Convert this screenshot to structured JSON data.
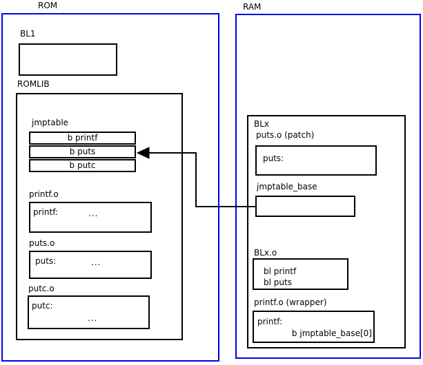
{
  "rom": {
    "title": "ROM",
    "bl1_label": "BL1",
    "romlib_label": "ROMLIB",
    "jmptable": {
      "label": "jmptable",
      "rows": [
        "b printf",
        "b puts",
        "b putc"
      ]
    },
    "objects": [
      {
        "label": "printf.o",
        "symbol": "printf:",
        "dots": "..."
      },
      {
        "label": "puts.o",
        "symbol": "puts:",
        "dots": "..."
      },
      {
        "label": "putc.o",
        "symbol": "putc:",
        "dots": "..."
      }
    ]
  },
  "ram": {
    "title": "RAM",
    "blx_label": "BLx",
    "puts_patch": {
      "label": "puts.o (patch)",
      "symbol": "puts:"
    },
    "jmptable_base_label": "jmptable_base",
    "blx_o": {
      "label": "BLx.o",
      "lines": [
        "bl printf",
        "bl puts"
      ]
    },
    "printf_wrapper": {
      "label": "printf.o (wrapper)",
      "symbol": "printf:",
      "body": "b jmptable_base[0]"
    }
  },
  "colors": {
    "frame_blue": "#0000ee",
    "box_black": "#000000"
  }
}
